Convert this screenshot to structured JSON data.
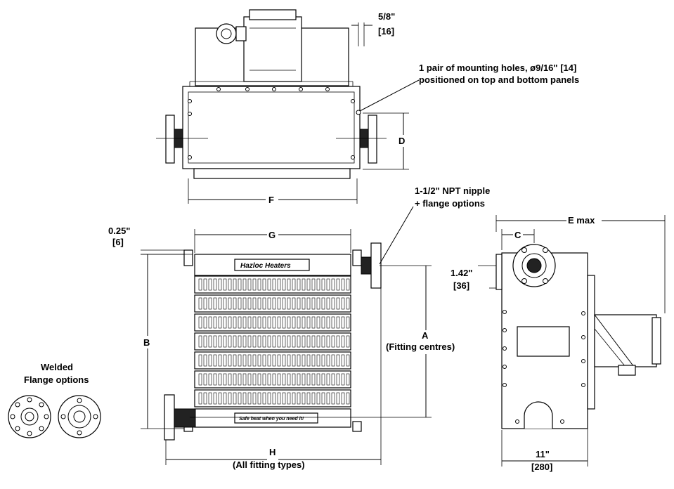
{
  "labels": {
    "top_dim_in": "5/8\"",
    "top_dim_mm": "[16]",
    "mount_line1": "1 pair of mounting  holes, ø9/16\" [14]",
    "mount_line2": "positioned on top and bottom panels",
    "dim_d": "D",
    "dim_f": "F",
    "nipple_line1": "1-1/2\" NPT nipple",
    "nipple_line2": "+ flange options",
    "dim_g": "G",
    "dim_025_in": "0.25\"",
    "dim_025_mm": "[6]",
    "dim_b": "B",
    "dim_a": "A",
    "fitting_centres": "(Fitting centres)",
    "dim_h": "H",
    "all_fittings": "(All fitting types)",
    "welded_line1": "Welded",
    "welded_line2": "Flange options",
    "dim_e": "E max",
    "dim_c": "C",
    "dim_142_in": "1.42\"",
    "dim_142_mm": "[36]",
    "dim_11_in": "11\"",
    "dim_11_mm": "[280]",
    "brand": "Hazloc Heaters",
    "tagline": "Safe heat when you need it!"
  },
  "colors": {
    "line": "#000000",
    "fill": "#ffffff",
    "dark": "#222222"
  }
}
